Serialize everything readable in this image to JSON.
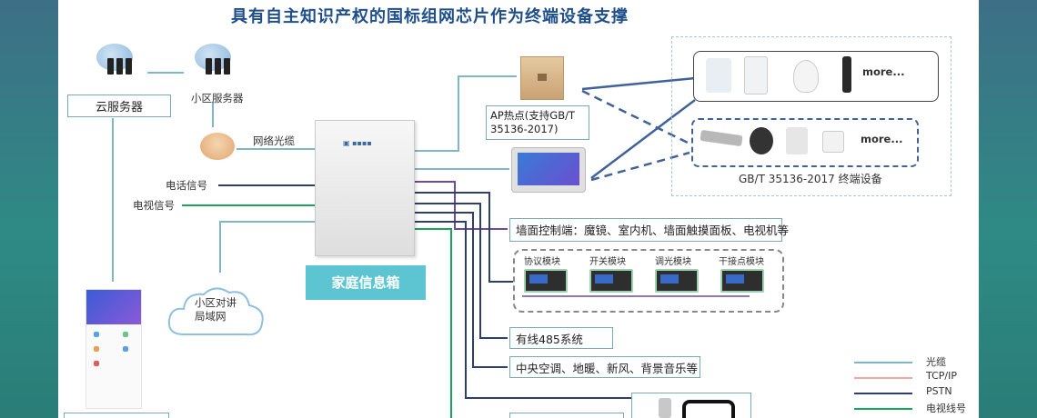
{
  "title": "具有自主知识产权的国标组网芯片作为终端设备支撑",
  "cloud_server": "云服务器",
  "district_server": "小区服务器",
  "fiber_network": "网络光缆",
  "phone_signal": "电话信号",
  "tv_signal": "电视信号",
  "intercom_lan": "小区对讲\n局域网",
  "home_box": "家庭信息箱",
  "ap": "AP热点(支持GB/T\n35136-2017)",
  "more1": "more...",
  "more2": "more...",
  "gb_devices": "GB/T 35136-2017 终端设备",
  "wall_control": "墙面控制端：魔镜、室内机、墙面触摸面板、电视机等",
  "modules": [
    "协议模块",
    "开关模块",
    "调光模块",
    "干接点模块"
  ],
  "rs485": "有线485系统",
  "hvac": "中央空调、地暖、新风、背景音乐等",
  "legend": [
    {
      "label": "光缆",
      "color": "#7fb6c8"
    },
    {
      "label": "TCP/IP",
      "color": "#f2a7a7"
    },
    {
      "label": "PSTN",
      "color": "#2e3f6e"
    },
    {
      "label": "电视线号",
      "color": "#17a55e"
    }
  ],
  "colors": {
    "fiber": "#7fb6c8",
    "tcpip": "#f2a7a7",
    "pstn": "#2e3f6e",
    "tv": "#17a55e",
    "purple": "#6b4aa0",
    "dash_blue": "#3f6398",
    "label_box": "#5cc5d1"
  }
}
